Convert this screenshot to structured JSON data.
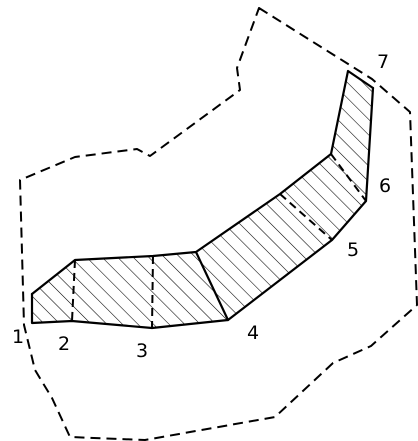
{
  "points": [
    {
      "id": "p1",
      "label": "1"
    },
    {
      "id": "p2",
      "label": "2"
    },
    {
      "id": "p3",
      "label": "3"
    },
    {
      "id": "p4",
      "label": "4"
    },
    {
      "id": "p5",
      "label": "5"
    },
    {
      "id": "p6",
      "label": "6"
    },
    {
      "id": "p7",
      "label": "7"
    }
  ],
  "colors": {
    "stroke": "#000000",
    "hatch": "#000000",
    "background": "#ffffff"
  }
}
